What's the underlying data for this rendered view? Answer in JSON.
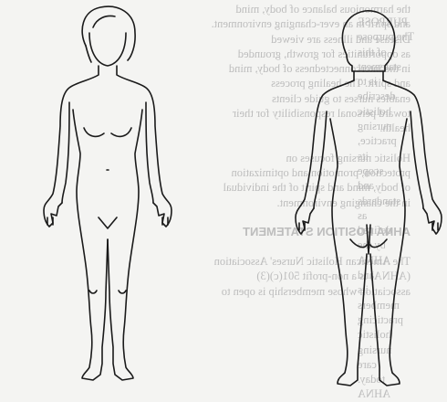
{
  "page": {
    "background": "#f4f4f2",
    "ink_color": "#1a1a1a",
    "bleed_color": "#bdbdbd"
  },
  "figures": [
    {
      "name": "body-outline-front",
      "view": "front"
    },
    {
      "name": "body-outline-back",
      "view": "back"
    }
  ],
  "bleed_through": {
    "center_lines": [
      "the harmonious balance of body, mind",
      "and spirit in an ever-changing environment.",
      "Disease and illness are viewed",
      "as opportunities for growth, grounded",
      "in the interconnectedness of body, mind",
      "and spirit. The healing process",
      "enables nurses to guide clients",
      "toward personal responsibility for their",
      "health.",
      "",
      "Holistic nursing focuses on",
      "protection, promotion and optimization",
      "of body, mind and spirit of the individual",
      "in the changing environment.",
      "",
      "AHNA POSITION STATEMENT",
      "",
      "The American Holistic Nurses' Association",
      "(AHNA) is a non-profit 501(c)(3)",
      "association whose membership is open to"
    ],
    "center_heading_index": 15,
    "right_lines": [
      "PURPOSE",
      "The purpose",
      "of this",
      "statement",
      "is to",
      "describe",
      "holistic",
      "nursing",
      "practice,",
      "its",
      "scope",
      "and",
      "standards",
      "as",
      "defined",
      "by the",
      "AHNA",
      "and",
      "its",
      "members",
      "practicing",
      "holistic",
      "nursing",
      "care",
      "today.",
      "AHNA"
    ]
  }
}
